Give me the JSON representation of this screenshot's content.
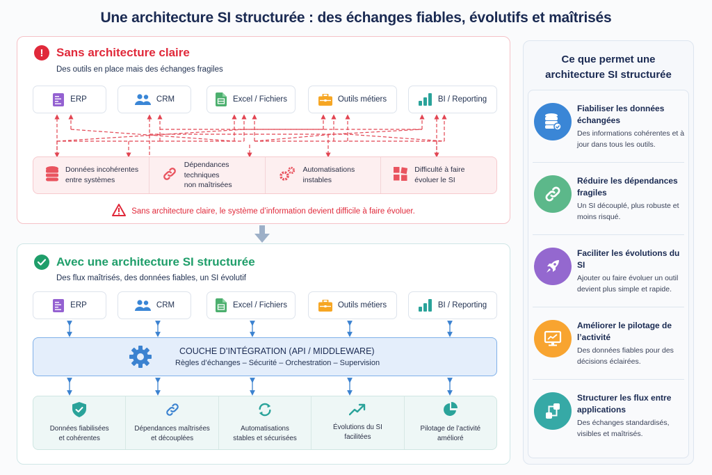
{
  "title": "Une architecture SI structurée : des échanges fiables, évolutifs et maîtrisés",
  "colors": {
    "red": "#e0293a",
    "green": "#1f9e6a",
    "blue": "#3b82d0",
    "navy": "#1a2a52"
  },
  "without": {
    "icon": "exclamation-icon",
    "title": "Sans architecture claire",
    "subtitle": "Des outils en place mais des échanges fragiles",
    "tools": [
      {
        "label": "ERP",
        "icon": "erp-document-icon"
      },
      {
        "label": "CRM",
        "icon": "users-icon"
      },
      {
        "label": "Excel / Fichiers",
        "icon": "spreadsheet-icon"
      },
      {
        "label": "Outils métiers",
        "icon": "briefcase-icon"
      },
      {
        "label": "BI / Reporting",
        "icon": "bar-chart-icon"
      }
    ],
    "problems": [
      {
        "line1": "Données incohérentes",
        "line2": "entre systèmes",
        "icon": "database-icon"
      },
      {
        "line1": "Dépendances techniques",
        "line2": "non maîtrisées",
        "icon": "link-icon"
      },
      {
        "line1": "Automatisations",
        "line2": "instables",
        "icon": "gears-icon"
      },
      {
        "line1": "Difficulté à faire",
        "line2": "évoluer le SI",
        "icon": "puzzle-icon"
      }
    ],
    "warning_icon": "warning-triangle-icon",
    "warning": "Sans architecture claire, le système d’information devient difficile à faire évoluer."
  },
  "transition_icon": "arrow-down-icon",
  "with": {
    "icon": "check-circle-icon",
    "title": "Avec une architecture SI structurée",
    "subtitle": "Des flux maîtrisés, des données fiables, un SI évolutif",
    "tools": [
      {
        "label": "ERP",
        "icon": "erp-document-icon"
      },
      {
        "label": "CRM",
        "icon": "users-icon"
      },
      {
        "label": "Excel / Fichiers",
        "icon": "spreadsheet-icon"
      },
      {
        "label": "Outils métiers",
        "icon": "briefcase-icon"
      },
      {
        "label": "BI / Reporting",
        "icon": "bar-chart-icon"
      }
    ],
    "integration": {
      "icon": "gear-icon",
      "title": "COUCHE D’INTÉGRATION (API / MIDDLEWARE)",
      "subtitle": "Règles d’échanges – Sécurité – Orchestration – Supervision"
    },
    "benefits": [
      {
        "line1": "Données fiabilisées",
        "line2": "et cohérentes",
        "icon": "shield-check-icon"
      },
      {
        "line1": "Dépendances maîtrisées",
        "line2": "et découplées",
        "icon": "link-icon"
      },
      {
        "line1": "Automatisations",
        "line2": "stables et sécurisées",
        "icon": "refresh-icon"
      },
      {
        "line1": "Évolutions du SI",
        "line2": "facilitées",
        "icon": "trend-up-icon"
      },
      {
        "line1": "Pilotage de l’activité",
        "line2": "amélioré",
        "icon": "pie-chart-icon"
      }
    ]
  },
  "sidebar": {
    "title_line1": "Ce que permet une",
    "title_line2": "architecture SI structurée",
    "items": [
      {
        "title": "Fiabiliser les données échangées",
        "desc": "Des informations cohérentes et à jour dans tous les outils.",
        "icon": "database-check-icon",
        "color": "#3a86d6"
      },
      {
        "title": "Réduire les dépendances fragiles",
        "desc": "Un SI découplé, plus robuste et moins risqué.",
        "icon": "link-icon",
        "color": "#5cb88a"
      },
      {
        "title": "Faciliter les évolutions du SI",
        "desc": "Ajouter ou faire évoluer un outil devient plus simple et rapide.",
        "icon": "rocket-icon",
        "color": "#9468cf"
      },
      {
        "title": "Améliorer le pilotage de l’activité",
        "desc": "Des données fiables pour des décisions éclairées.",
        "icon": "monitor-chart-icon",
        "color": "#f8a430"
      },
      {
        "title": "Structurer les flux entre applications",
        "desc": "Des échanges standardisés, visibles et maîtrisés.",
        "icon": "flow-icon",
        "color": "#36a9a6"
      }
    ]
  }
}
